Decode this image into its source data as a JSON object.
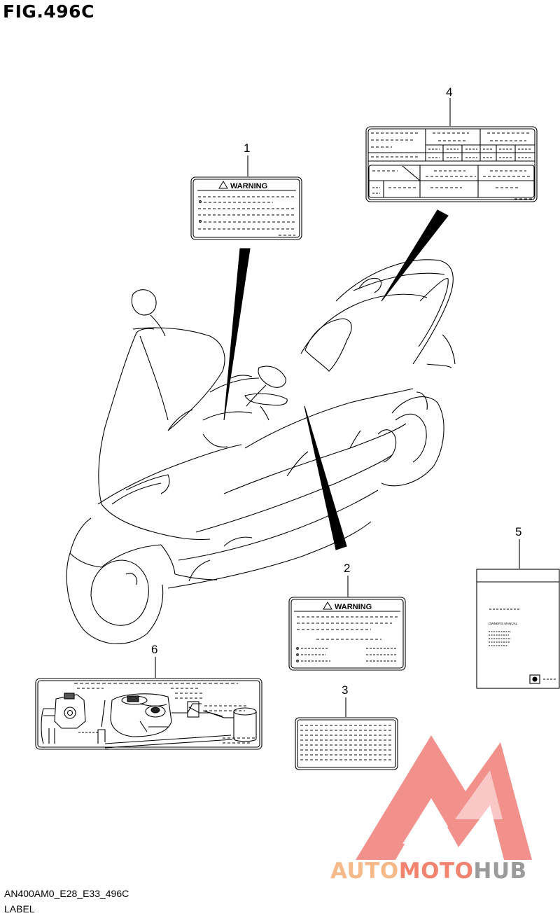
{
  "figure": {
    "title": "FIG.496C",
    "code": "AN400AM0_E28_E33_496C",
    "caption": "LABEL"
  },
  "callouts": [
    {
      "id": "1",
      "label": "1"
    },
    {
      "id": "2",
      "label": "2"
    },
    {
      "id": "3",
      "label": "3"
    },
    {
      "id": "4",
      "label": "4"
    },
    {
      "id": "5",
      "label": "5"
    },
    {
      "id": "6",
      "label": "6"
    }
  ],
  "labels": {
    "warning_1": "WARNING",
    "warning_2": "WARNING",
    "manual_title": "OWNER'S MANUAL"
  },
  "watermark": {
    "part1": "AUTO",
    "part2": "MOTO",
    "part3": "HUB",
    "color_light": "#f5b98a",
    "color_mid": "#f2836e",
    "color_dark": "#9a9a9a",
    "logo_color": "#f07d78",
    "logo_icon": "triangle-m-logo-icon"
  }
}
